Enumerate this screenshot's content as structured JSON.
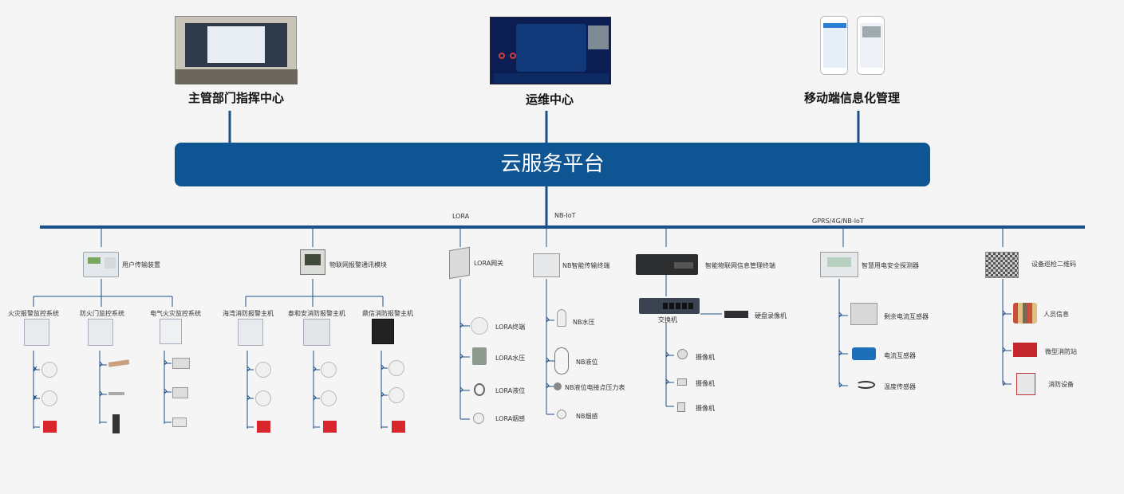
{
  "top": {
    "command_center": "主管部门指挥中心",
    "ops_center": "运维中心",
    "mobile_mgmt": "移动端信息化管理"
  },
  "cloud_platform": "云服务平台",
  "protocols": {
    "lora": "LORA",
    "nbiot": "NB-IoT",
    "gprs": "GPRS/4G/NB-IoT"
  },
  "colors": {
    "primary": "#0f5594",
    "bus": "#1a4f8a",
    "red": "#d9262c"
  },
  "col1": {
    "label": "用户传输装置",
    "sub": [
      "火灾报警监控系统",
      "防火门监控系统",
      "电气火灾监控系统"
    ]
  },
  "col2": {
    "label": "物联网报警通讯模块",
    "sub": [
      "海湾消防报警主机",
      "泰和安消防报警主机",
      "鼎信消防报警主机"
    ]
  },
  "col3": {
    "label": "LORA网关",
    "items": [
      "LORA终端",
      "LORA水压",
      "LORA液位",
      "LORA烟感"
    ]
  },
  "col4": {
    "label": "NB智能传输终端",
    "items": [
      "NB水压",
      "NB液位",
      "NB液位电接点压力表",
      "NB烟感"
    ]
  },
  "col5": {
    "label": "智能物联网信息管理终端",
    "switch": "交换机",
    "nvr": "硬盘录像机",
    "items": [
      "摄像机",
      "摄像机",
      "摄像机"
    ]
  },
  "col6": {
    "label": "智慧用电安全探测器",
    "items": [
      "剩余电流互感器",
      "电流互感器",
      "温度传感器"
    ]
  },
  "col7": {
    "label": "设备巡检二维码",
    "items": [
      "人员信息",
      "微型消防站",
      "消防设备"
    ]
  }
}
